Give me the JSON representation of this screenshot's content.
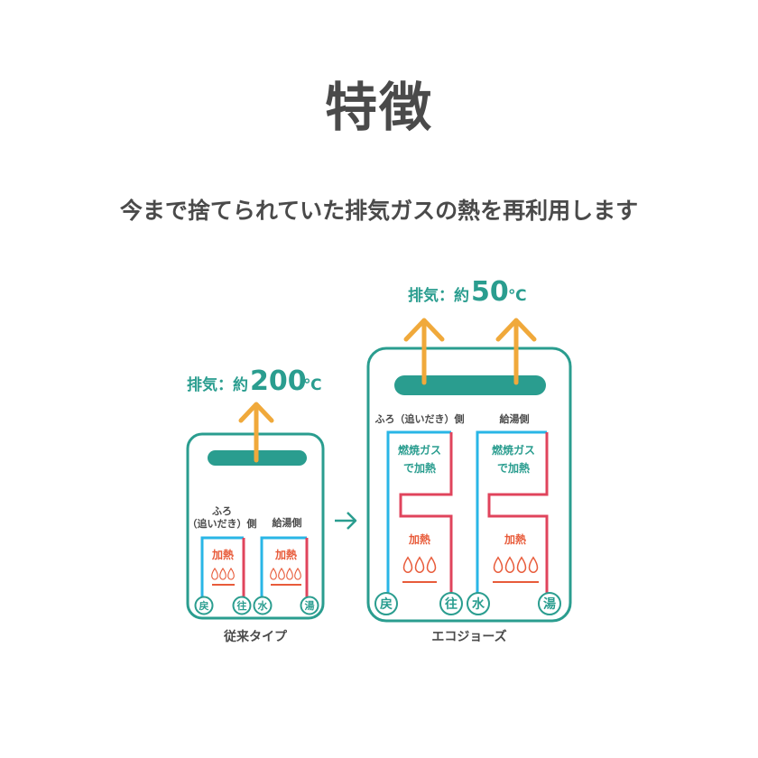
{
  "page": {
    "title": "特徴",
    "subtitle": "今まで捨てられていた排気ガスの熱を再利用します"
  },
  "colors": {
    "teal": "#2a9d8f",
    "tealText": "#2a9d8f",
    "orange": "#f0a93b",
    "red": "#e0445c",
    "blue": "#29b6e6",
    "heatText": "#e85b3a",
    "dark": "#4a4a4a"
  },
  "diagram": {
    "conventional": {
      "exhaust_label": "排気：約",
      "exhaust_temp": "200",
      "exhaust_unit": "℃",
      "bath_label_line1": "ふろ",
      "bath_label_line2": "（追いだき）側",
      "supply_label": "給湯側",
      "heat_label_left": "加熱",
      "heat_label_right": "加熱",
      "flames_left": "ὒ5ὒ5ὒ5",
      "flames_right": "ὒ5ὒ5ὒ5ὒ5",
      "port_return": "戻",
      "port_outgo": "往",
      "port_water": "水",
      "port_hot": "湯",
      "caption": "従来タイプ"
    },
    "arrow": "→",
    "ecojozu": {
      "exhaust_label": "排気：約",
      "exhaust_temp": "50",
      "exhaust_unit": "℃",
      "bath_label": "ふろ（追いだき）側",
      "supply_label": "給湯側",
      "secondary_left_line1": "燃焼ガス",
      "secondary_left_line2": "で加熱",
      "secondary_right_line1": "燃焼ガス",
      "secondary_right_line2": "で加熱",
      "heat_label_left": "加熱",
      "heat_label_right": "加熱",
      "port_return": "戻",
      "port_outgo": "往",
      "port_water": "水",
      "port_hot": "湯",
      "caption": "エコジョーズ"
    }
  }
}
